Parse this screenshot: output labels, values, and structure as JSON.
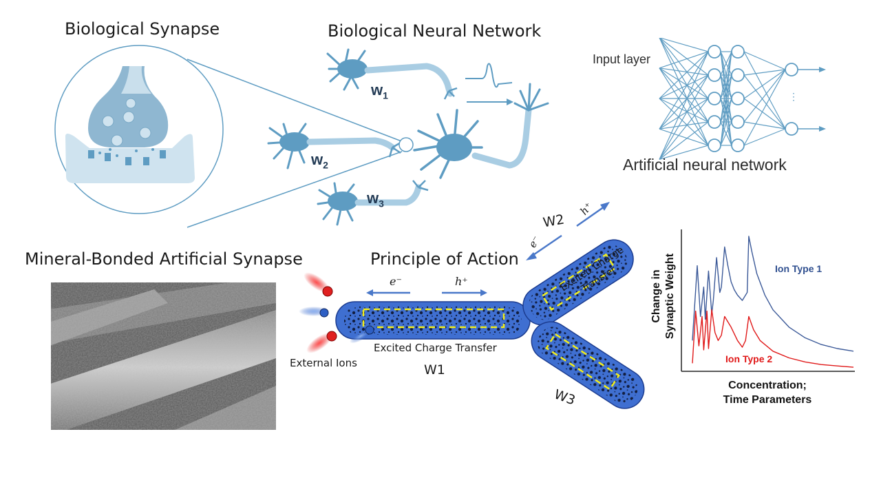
{
  "titles": {
    "synapse": "Biological Synapse",
    "bnn": "Biological Neural Network",
    "mineral": "Mineral-Bonded Artificial Synapse",
    "principle": "Principle of Action"
  },
  "ann": {
    "input_layer": "Input layer",
    "caption": "Artificial neural network",
    "ellipsis": "⋮"
  },
  "bnn_weights": {
    "w1": "w",
    "w1_sub": "1",
    "w2": "w",
    "w2_sub": "2",
    "w3": "w",
    "w3_sub": "3"
  },
  "principle": {
    "electron": "e⁻",
    "hole": "h⁺",
    "external_ions": "External Ions",
    "excited_charge_transfer": "Excited Charge Transfer",
    "w1": "W1",
    "w2": "W2",
    "w3": "W3",
    "excited_line1": "Excited Charge",
    "excited_line2": "Transfer"
  },
  "colors": {
    "neuron": "#5e9cc2",
    "neuron_light": "#a9cde3",
    "tube": "#3f6fd1",
    "tube_dark": "#1c3c8f",
    "arrow": "#4a78c9",
    "dash": "#f2ee1c",
    "ion_red": "#e02020",
    "ion_blue": "#2e5fc4"
  },
  "chart_data": {
    "type": "line",
    "title": "",
    "xlabel_line1": "Concentration;",
    "xlabel_line2": "Time Parameters",
    "ylabel_line1": "Change in",
    "ylabel_line2": "Synaptic Weight",
    "axis_ticks": false,
    "series": [
      {
        "name": "Ion Type 1",
        "color": "#3b5998",
        "x": [
          0.0,
          0.03,
          0.05,
          0.07,
          0.08,
          0.1,
          0.12,
          0.13,
          0.15,
          0.17,
          0.18,
          0.2,
          0.22,
          0.24,
          0.26,
          0.28,
          0.31,
          0.34,
          0.35,
          0.37,
          0.4,
          0.45,
          0.5,
          0.6,
          0.7,
          0.8,
          0.9,
          1.0
        ],
        "y": [
          0.22,
          0.78,
          0.4,
          0.62,
          0.38,
          0.74,
          0.42,
          0.52,
          0.84,
          0.58,
          0.62,
          0.92,
          0.78,
          0.66,
          0.6,
          0.56,
          0.52,
          0.58,
          1.0,
          0.88,
          0.72,
          0.56,
          0.45,
          0.32,
          0.24,
          0.19,
          0.16,
          0.14
        ]
      },
      {
        "name": "Ion Type 2",
        "color": "#e01818",
        "x": [
          0.0,
          0.02,
          0.04,
          0.06,
          0.07,
          0.09,
          0.1,
          0.12,
          0.14,
          0.16,
          0.18,
          0.2,
          0.24,
          0.28,
          0.31,
          0.33,
          0.35,
          0.38,
          0.42,
          0.5,
          0.6,
          0.7,
          0.8,
          0.9,
          1.0
        ],
        "y": [
          0.05,
          0.44,
          0.18,
          0.4,
          0.15,
          0.44,
          0.16,
          0.45,
          0.28,
          0.22,
          0.26,
          0.4,
          0.32,
          0.22,
          0.17,
          0.22,
          0.4,
          0.3,
          0.22,
          0.14,
          0.09,
          0.06,
          0.04,
          0.03,
          0.02
        ]
      }
    ]
  }
}
